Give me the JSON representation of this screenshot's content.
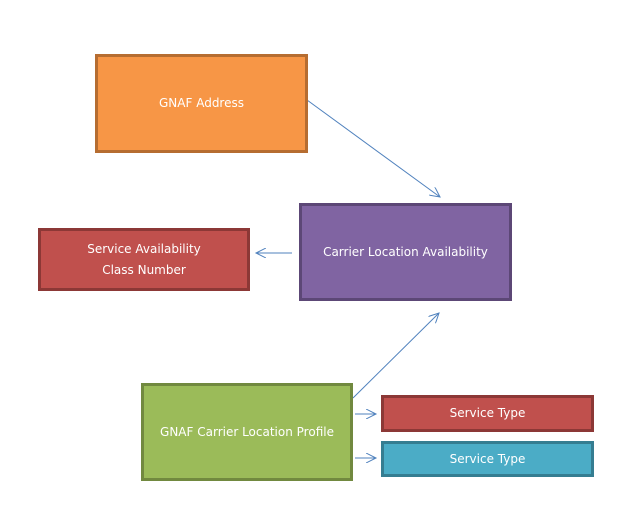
{
  "nodes": {
    "gnaf_address": {
      "label": "GNAF Address",
      "fill": "#f79646",
      "border": "#b66d31"
    },
    "carrier_location_availability": {
      "label": "Carrier Location Availability",
      "fill": "#8064a2",
      "border": "#5c4776"
    },
    "service_availability_class_number": {
      "lines": [
        "Service Availability",
        "Class Number"
      ],
      "fill": "#c0504d",
      "border": "#8c3836"
    },
    "gnaf_carrier_location_profile": {
      "label": "GNAF Carrier Location Profile",
      "fill": "#9bbb59",
      "border": "#71893f"
    },
    "service_type_1": {
      "label": "Service Type",
      "fill": "#c0504d",
      "border": "#8c3836"
    },
    "service_type_2": {
      "label": "Service Type",
      "fill": "#4bacc6",
      "border": "#357d91"
    }
  },
  "edges": [
    {
      "from": "GNAF Address",
      "to": "Carrier Location Availability"
    },
    {
      "from": "Carrier Location Availability",
      "to": "Service Availability Class Number"
    },
    {
      "from": "GNAF Carrier Location Profile",
      "to": "Carrier Location Availability"
    },
    {
      "from": "GNAF Carrier Location Profile",
      "to": "Service Type (red)"
    },
    {
      "from": "GNAF Carrier Location Profile",
      "to": "Service Type (blue)"
    }
  ],
  "edge_color": "#4f81bd"
}
